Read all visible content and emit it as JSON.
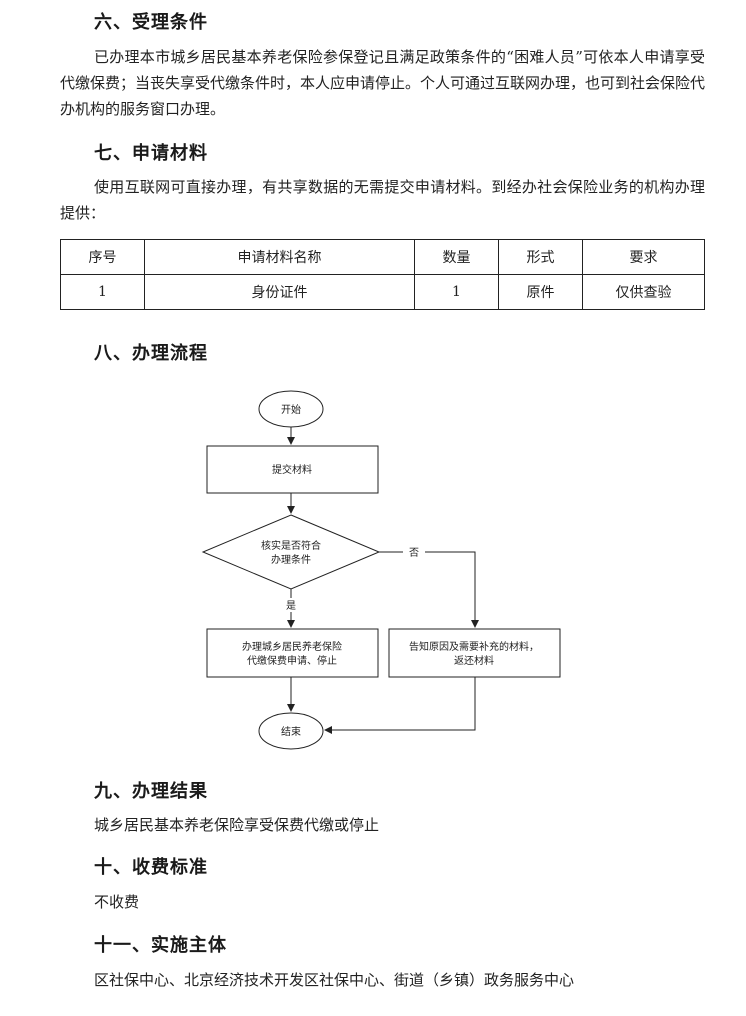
{
  "sections": {
    "s6": {
      "title": "六、受理条件",
      "body": "已办理本市城乡居民基本养老保险参保登记且满足政策条件的“困难人员”可依本人申请享受代缴保费；当丧失享受代缴条件时，本人应申请停止。个人可通过互联网办理，也可到社会保险代办机构的服务窗口办理。"
    },
    "s7": {
      "title": "七、申请材料",
      "body": "使用互联网可直接办理，有共享数据的无需提交申请材料。到经办社会保险业务的机构办理提供：",
      "table": {
        "headers": [
          "序号",
          "申请材料名称",
          "数量",
          "形式",
          "要求"
        ],
        "rows": [
          [
            "1",
            "身份证件",
            "1",
            "原件",
            "仅供查验"
          ]
        ]
      }
    },
    "s8": {
      "title": "八、办理流程",
      "flow": {
        "start": "开始",
        "submit": "提交材料",
        "check_line1": "核实是否符合",
        "check_line2": "办理条件",
        "no": "否",
        "yes": "是",
        "handle_line1": "办理城乡居民养老保险",
        "handle_line2": "代缴保费申请、停止",
        "notify_line1": "告知原因及需要补充的材料，",
        "notify_line2": "返还材料",
        "end": "结束"
      }
    },
    "s9": {
      "title": "九、办理结果",
      "body": "城乡居民基本养老保险享受保费代缴或停止"
    },
    "s10": {
      "title": "十、收费标准",
      "body": "不收费"
    },
    "s11": {
      "title": "十一、实施主体",
      "body": "区社保中心、北京经济技术开发区社保中心、街道（乡镇）政务服务中心"
    }
  }
}
